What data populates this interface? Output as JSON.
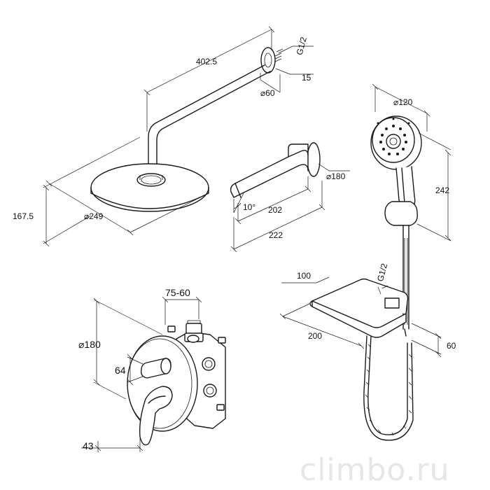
{
  "watermark": "climbo.ru",
  "overhead_shower": {
    "arm_length": "402.5",
    "thread": "G1/2",
    "offset": "15",
    "flange_diameter": "⌀60",
    "drop": "167.5",
    "head_diameter": "⌀249"
  },
  "spout": {
    "flange_diameter": "⌀180",
    "angle": "10°",
    "projection": "202",
    "total_length": "222"
  },
  "hand_shower": {
    "head_diameter": "⌀120",
    "length": "242"
  },
  "mixer": {
    "plate_diameter": "⌀180",
    "box_depth": "75-60",
    "handle_height": "64",
    "lever_depth": "43"
  },
  "shelf": {
    "depth": "100",
    "thread": "G1/2",
    "width": "200",
    "height": "60"
  }
}
